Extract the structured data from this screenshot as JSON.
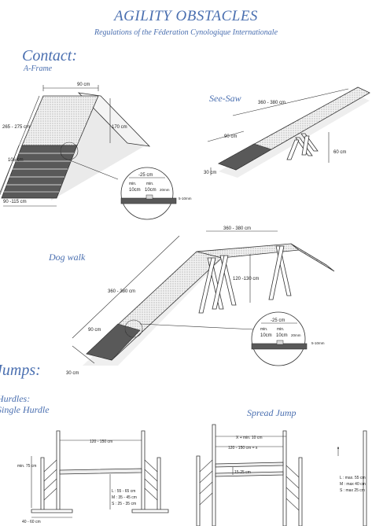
{
  "header": {
    "title": "AGILITY OBSTACLES",
    "subtitle": "Regulations of the Féderation Cynologique Internationale"
  },
  "contact": {
    "heading": "Contact:",
    "aframe": {
      "label": "A-Frame",
      "dims": {
        "top_width": "90 cm",
        "length": "265 - 275 cm",
        "height": "170 cm",
        "contact_zone": "106 cm",
        "bottom_width": "90 -115 cm"
      },
      "detail": {
        "slat_spacing": "-25 cm",
        "min_a": "min.",
        "min_b": "min.",
        "spacing_a": "10cm",
        "spacing_b": "10cm",
        "slat_width": "20mm",
        "slat_height": "5-10mm"
      }
    },
    "seesaw": {
      "label": "See-Saw",
      "dims": {
        "length": "360 - 380 cm",
        "contact_zone": "90 cm",
        "height": "60 cm",
        "width": "30 cm"
      }
    },
    "dogwalk": {
      "label": "Dog walk",
      "dims": {
        "top_length": "360 - 380 cm",
        "height": "120 -130 cm",
        "ramp_length": "360 - 380 cm",
        "contact_zone": "90 cm",
        "width": "30 cm"
      },
      "detail": {
        "slat_spacing": "-25 cm",
        "min_a": "min.",
        "min_b": "min.",
        "spacing_a": "10cm",
        "spacing_b": "10cm",
        "slat_width": "20mm",
        "slat_height": "5-10mm"
      }
    }
  },
  "jumps": {
    "heading": "Jumps:",
    "hurdles_label": "Hurdles:",
    "single_hurdle": {
      "label": "Single Hurdle",
      "dims": {
        "width": "120 - 150 cm",
        "wing_height": "min. 75 cm",
        "base": "40 - 60 cm",
        "height_l": "L : 55 - 65 cm",
        "height_m": "M : 35 - 45 cm",
        "height_s": "S : 25 - 35 cm"
      }
    },
    "spread_jump": {
      "label": "Spread Jump",
      "dims": {
        "total_width": "X + min. 10 cm",
        "bar_width": "120 - 150 cm = x",
        "gap": "15-25 cm"
      }
    },
    "partial": {
      "l": "L : max. 55 cm",
      "m": "M : max 40 cm",
      "s": "S : max 25 cm"
    }
  }
}
